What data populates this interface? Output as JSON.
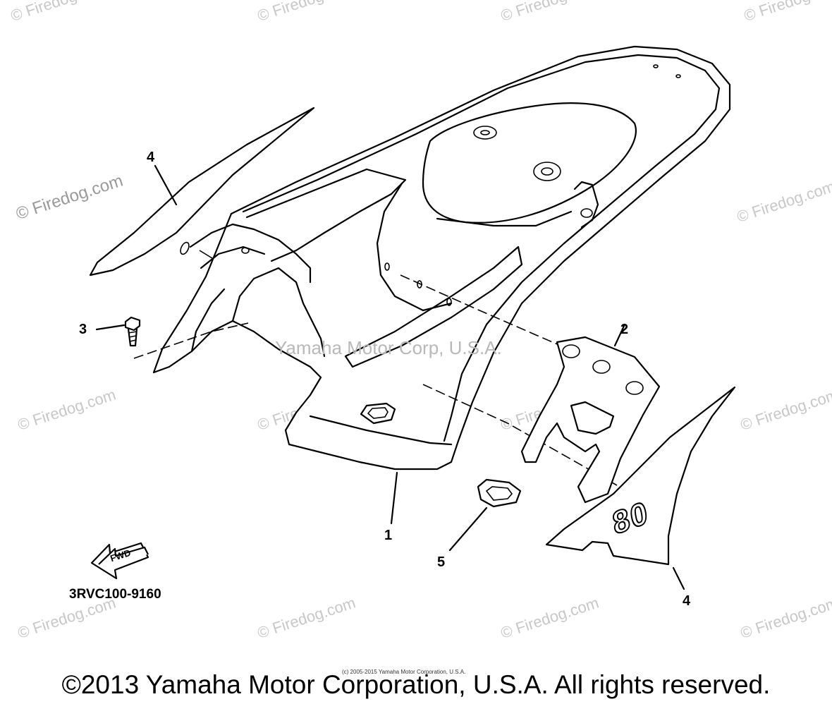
{
  "diagram": {
    "part_code": "3RVC100-9160",
    "fwd_label": "FWD",
    "sticker_number": "80",
    "center_watermark": "Yamaha Motor Corp, U.S.A.",
    "callouts": {
      "c1": "1",
      "c2": "2",
      "c3": "3",
      "c4_left": "4",
      "c4_right": "4",
      "c5": "5"
    }
  },
  "watermark": {
    "text": "© Firedog.com",
    "prominent": "© Firedog.com"
  },
  "footer": {
    "copyright": "©2013 Yamaha Motor Corporation, U.S.A. All rights reserved.",
    "tiny_copyright": "(c) 2005-2015 Yamaha Motor Corporation, U.S.A."
  },
  "colors": {
    "line": "#000000",
    "watermark": "#c8c8c8",
    "background": "#ffffff"
  }
}
